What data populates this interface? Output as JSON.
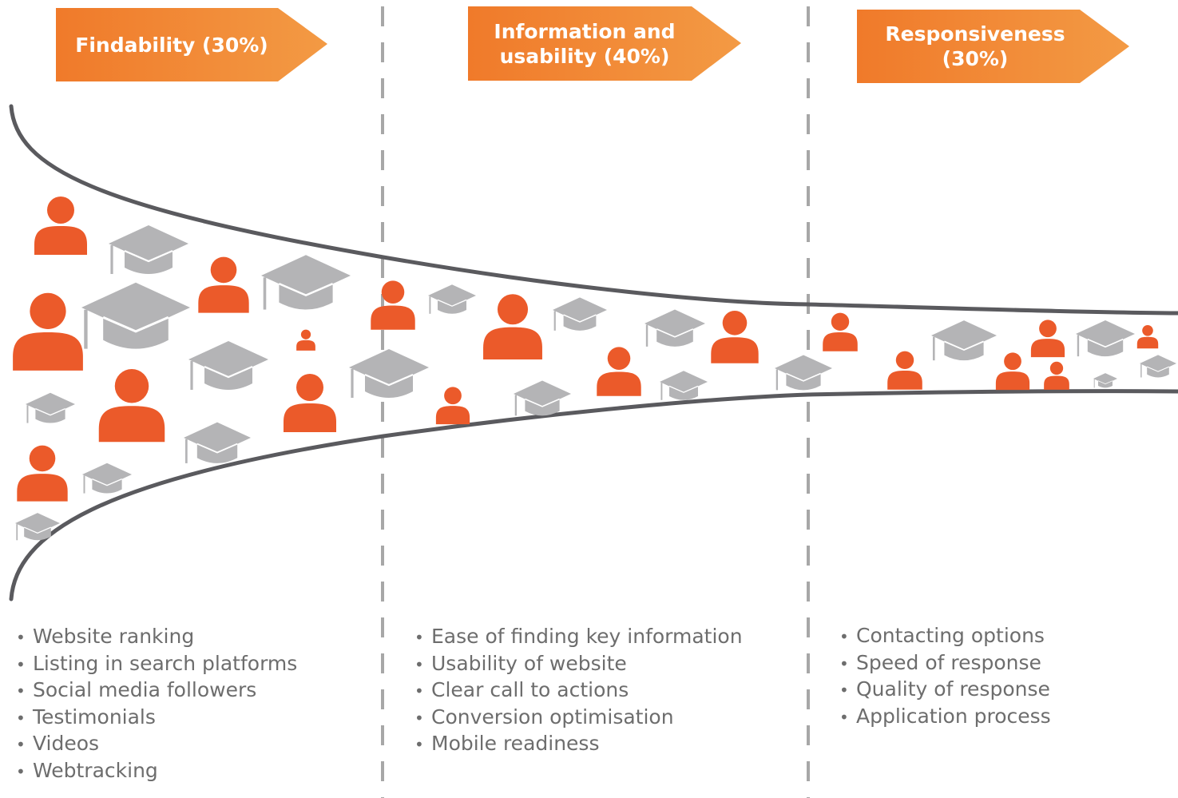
{
  "colors": {
    "accent_orange": "#f07a2a",
    "accent_orange_light": "#f49a45",
    "person_red": "#eb5a2a",
    "cap_gray": "#b4b4b6",
    "funnel_line": "#5a5a5e",
    "divider": "#a7a7a7",
    "text_gray": "#6d6d6d"
  },
  "icons": {
    "person": "person-icon",
    "graduation_cap": "graduation-cap-icon"
  },
  "stages": [
    {
      "label": "Findability (30%)",
      "criteria": [
        "Website ranking",
        "Listing in search platforms",
        "Social media followers",
        "Testimonials",
        "Videos",
        "Webtracking"
      ]
    },
    {
      "label": "Information and\nusability (40%)",
      "criteria": [
        "Ease of finding key information",
        "Usability of website",
        "Clear call to actions",
        "Conversion optimisation",
        "Mobile readiness"
      ]
    },
    {
      "label": "Responsiveness\n(30%)",
      "criteria": [
        "Contacting options",
        "Speed of response",
        "Quality of response",
        "Application process"
      ]
    }
  ]
}
